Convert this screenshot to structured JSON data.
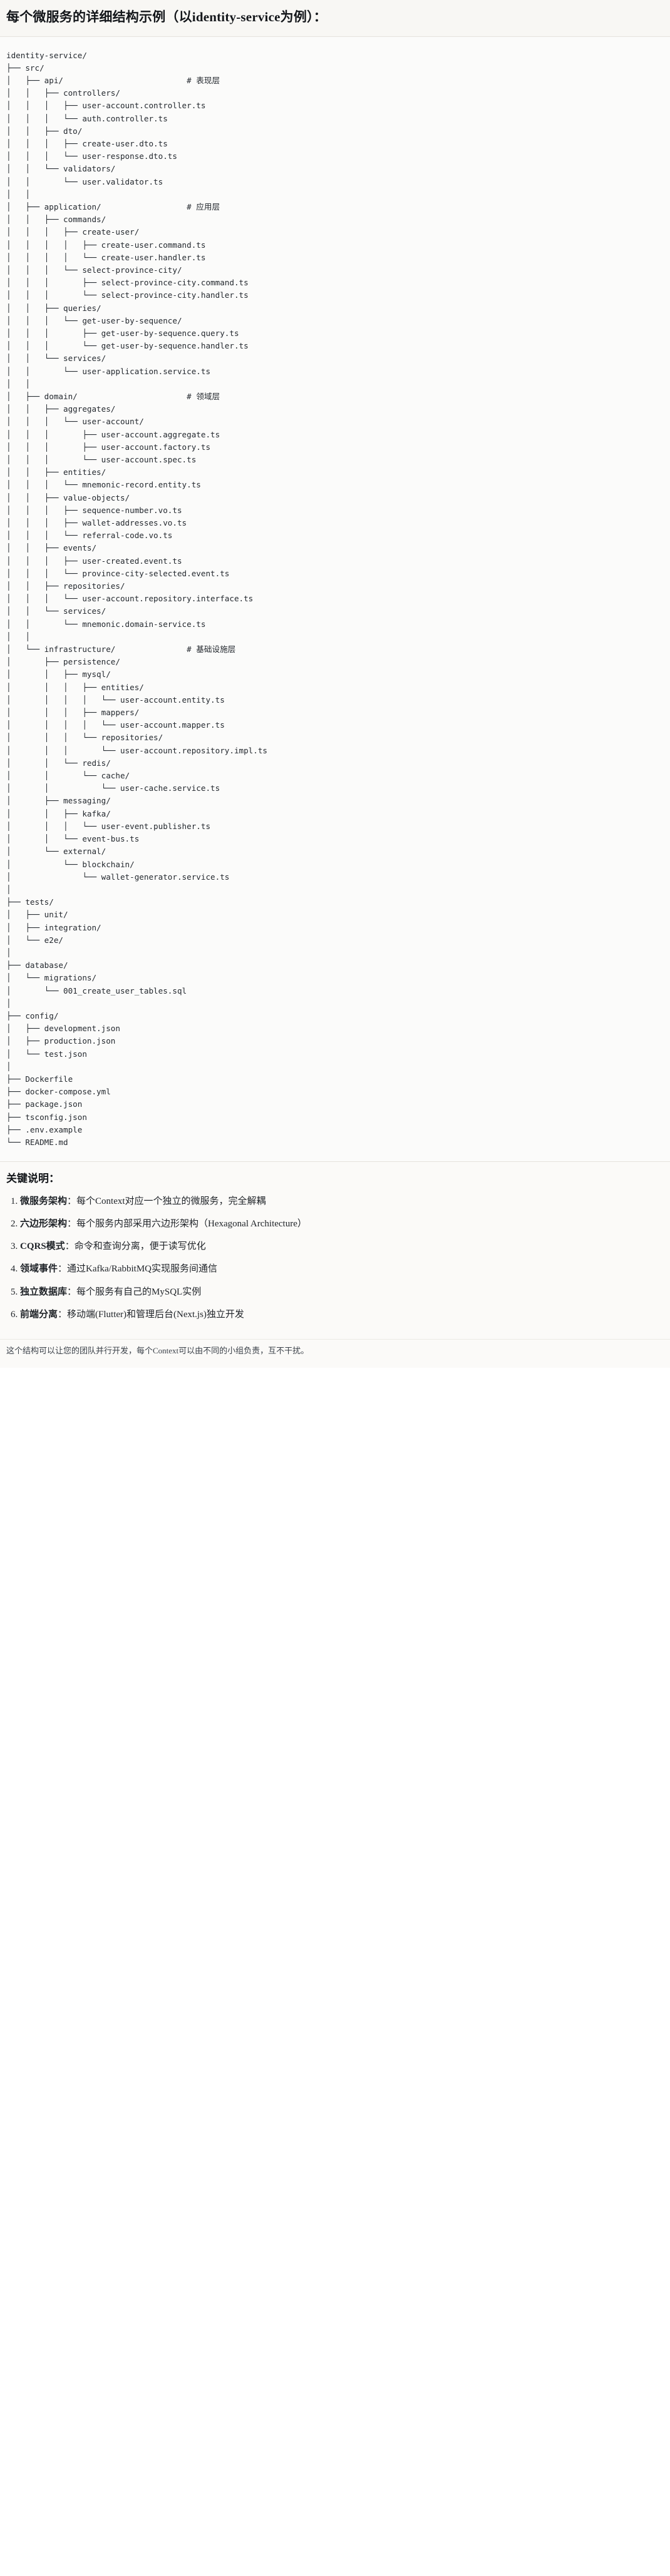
{
  "title": "每个微服务的详细结构示例（以identity-service为例）：",
  "tree": {
    "text": "identity-service/\n├── src/\n│   ├── api/                          # 表现层\n│   │   ├── controllers/\n│   │   │   ├── user-account.controller.ts\n│   │   │   └── auth.controller.ts\n│   │   ├── dto/\n│   │   │   ├── create-user.dto.ts\n│   │   │   └── user-response.dto.ts\n│   │   └── validators/\n│   │       └── user.validator.ts\n│   │\n│   ├── application/                  # 应用层\n│   │   ├── commands/\n│   │   │   ├── create-user/\n│   │   │   │   ├── create-user.command.ts\n│   │   │   │   └── create-user.handler.ts\n│   │   │   └── select-province-city/\n│   │   │       ├── select-province-city.command.ts\n│   │   │       └── select-province-city.handler.ts\n│   │   ├── queries/\n│   │   │   └── get-user-by-sequence/\n│   │   │       ├── get-user-by-sequence.query.ts\n│   │   │       └── get-user-by-sequence.handler.ts\n│   │   └── services/\n│   │       └── user-application.service.ts\n│   │\n│   ├── domain/                       # 领域层\n│   │   ├── aggregates/\n│   │   │   └── user-account/\n│   │   │       ├── user-account.aggregate.ts\n│   │   │       ├── user-account.factory.ts\n│   │   │       └── user-account.spec.ts\n│   │   ├── entities/\n│   │   │   └── mnemonic-record.entity.ts\n│   │   ├── value-objects/\n│   │   │   ├── sequence-number.vo.ts\n│   │   │   ├── wallet-addresses.vo.ts\n│   │   │   └── referral-code.vo.ts\n│   │   ├── events/\n│   │   │   ├── user-created.event.ts\n│   │   │   └── province-city-selected.event.ts\n│   │   ├── repositories/\n│   │   │   └── user-account.repository.interface.ts\n│   │   └── services/\n│   │       └── mnemonic.domain-service.ts\n│   │\n│   └── infrastructure/               # 基础设施层\n│       ├── persistence/\n│       │   ├── mysql/\n│       │   │   ├── entities/\n│       │   │   │   └── user-account.entity.ts\n│       │   │   ├── mappers/\n│       │   │   │   └── user-account.mapper.ts\n│       │   │   └── repositories/\n│       │   │       └── user-account.repository.impl.ts\n│       │   └── redis/\n│       │       └── cache/\n│       │           └── user-cache.service.ts\n│       ├── messaging/\n│       │   ├── kafka/\n│       │   │   └── user-event.publisher.ts\n│       │   └── event-bus.ts\n│       └── external/\n│           └── blockchain/\n│               └── wallet-generator.service.ts\n│\n├── tests/\n│   ├── unit/\n│   ├── integration/\n│   └── e2e/\n│\n├── database/\n│   └── migrations/\n│       └── 001_create_user_tables.sql\n│\n├── config/\n│   ├── development.json\n│   ├── production.json\n│   └── test.json\n│\n├── Dockerfile\n├── docker-compose.yml\n├── package.json\n├── tsconfig.json\n├── .env.example\n└── README.md"
  },
  "notes": {
    "heading": "关键说明：",
    "items": [
      {
        "label": "微服务架构",
        "text": "：每个Context对应一个独立的微服务，完全解耦"
      },
      {
        "label": "六边形架构",
        "text": "：每个服务内部采用六边形架构（Hexagonal Architecture）"
      },
      {
        "label": "CQRS模式",
        "text": "：命令和查询分离，便于读写优化"
      },
      {
        "label": "领域事件",
        "text": "：通过Kafka/RabbitMQ实现服务间通信"
      },
      {
        "label": "独立数据库",
        "text": "：每个服务有自己的MySQL实例"
      },
      {
        "label": "前端分离",
        "text": "：移动端(Flutter)和管理后台(Next.js)独立开发"
      }
    ],
    "footer": "这个结构可以让您的团队并行开发，每个Context可以由不同的小组负责，互不干扰。"
  }
}
